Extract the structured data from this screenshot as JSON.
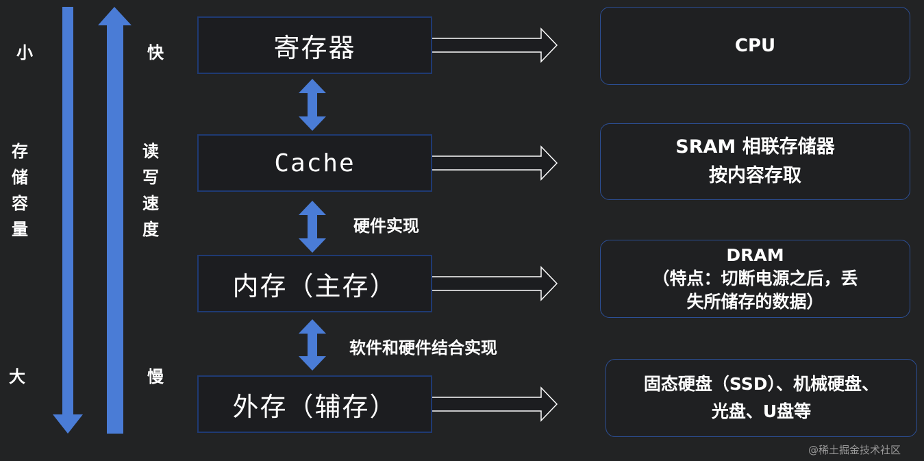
{
  "capacity_axis": {
    "small_label": "小",
    "large_label": "大",
    "title_chars": [
      "存",
      "储",
      "容",
      "量"
    ],
    "color": "#4a7cd6"
  },
  "speed_axis": {
    "fast_label": "快",
    "slow_label": "慢",
    "title_chars": [
      "读",
      "写",
      "速",
      "度"
    ],
    "color": "#4a7cd6"
  },
  "levels": [
    {
      "label": "寄存器"
    },
    {
      "label": "Cache"
    },
    {
      "label": "内存（主存）"
    },
    {
      "label": "外存（辅存）"
    }
  ],
  "connectors": [
    {
      "note": ""
    },
    {
      "note": "硬件实现"
    },
    {
      "note": "软件和硬件结合实现"
    }
  ],
  "descriptions": [
    {
      "lines": [
        "CPU"
      ]
    },
    {
      "lines": [
        "SRAM 相联存储器",
        "按内容存取"
      ]
    },
    {
      "lines": [
        "DRAM",
        "（特点：切断电源之后，丢",
        "失所储存的数据）"
      ]
    },
    {
      "lines": [
        "固态硬盘（SSD）、机械硬盘、",
        "光盘、U盘等"
      ]
    }
  ],
  "watermark": "@稀土掘金技术社区",
  "colors": {
    "background": "#222324",
    "arrow_blue": "#4a7cd6",
    "box_border": "#1f3a73",
    "desc_border": "#2c4f96",
    "text": "#ffffff"
  }
}
